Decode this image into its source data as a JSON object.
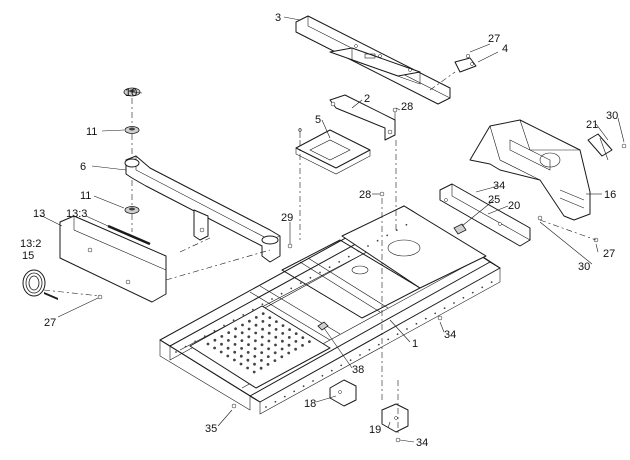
{
  "callouts": {
    "c1": "1",
    "c2": "2",
    "c3": "3",
    "c4": "4",
    "c5": "5",
    "c6": "6",
    "c10": "10",
    "c11a": "11",
    "c11b": "11",
    "c13": "13",
    "c13_2": "13:2",
    "c13_3": "13:3",
    "c15": "15",
    "c16": "16",
    "c18": "18",
    "c19": "19",
    "c20": "20",
    "c21": "21",
    "c25": "25",
    "c27a": "27",
    "c27b": "27",
    "c27c": "27",
    "c28a": "28",
    "c28b": "28",
    "c29": "29",
    "c30a": "30",
    "c30b": "30",
    "c34a": "34",
    "c34b": "34",
    "c34c": "34",
    "c35": "35",
    "c38": "38"
  }
}
